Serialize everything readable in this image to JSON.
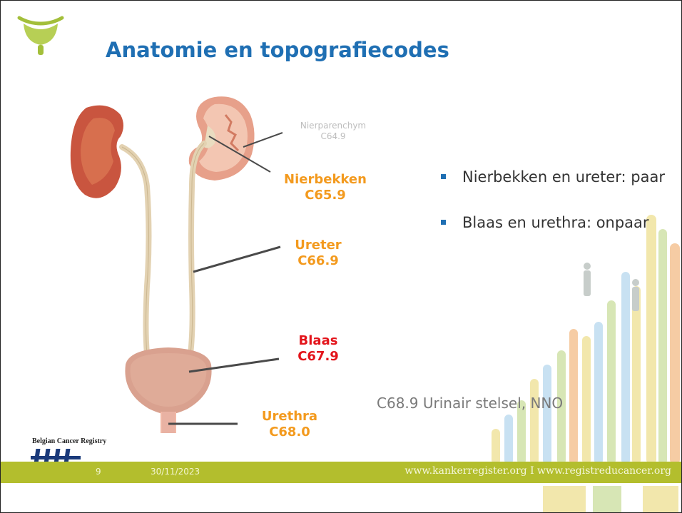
{
  "slide": {
    "title": "Anatomie en topografiecodes"
  },
  "labels": {
    "nierparenchym": {
      "name": "Nierparenchym",
      "code": "C64.9"
    },
    "nierbekken": {
      "name": "Nierbekken",
      "code": "C65.9"
    },
    "ureter": {
      "name": "Ureter",
      "code": "C66.9"
    },
    "blaas": {
      "name": "Blaas",
      "code": "C67.9"
    },
    "urethra": {
      "name": "Urethra",
      "code": "C68.0"
    }
  },
  "bullets": [
    {
      "text": "Nierbekken en ureter: paar"
    },
    {
      "text": "Blaas en urethra: onpaar"
    }
  ],
  "summary": "C68.9 Urinair stelsel, NNO",
  "footer": {
    "page_number": "9",
    "date": "30/11/2023",
    "urls": "www.kankerregister.org  I  www.registreducancer.org"
  },
  "registry": {
    "name": "Belgian Cancer Registry"
  },
  "colors": {
    "title": "#1f6fb3",
    "orange_label": "#f39a1e",
    "red_label": "#e3141b",
    "footer_bar": "#b3be2d",
    "bullet": "#1f6fb3"
  },
  "icons": {
    "top_logo": "bladder-icon",
    "bullet": "square-bullet-icon",
    "registry_logo": "tally-marks-icon"
  }
}
